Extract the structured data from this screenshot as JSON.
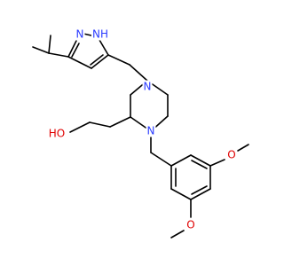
{
  "molecule": {
    "atom_labels": {
      "n_pyrazole_1": "N",
      "nh_pyrazole": "NH",
      "n_piperazine_top": "N",
      "n_piperazine_bottom": "N",
      "oh": "HO",
      "o_methoxy_top": "O",
      "o_methoxy_bottom": "O"
    },
    "colors": {
      "carbon_bond": "#000000",
      "nitrogen": "#2b3cff",
      "oxygen": "#e00000",
      "background": "#ffffff"
    }
  }
}
